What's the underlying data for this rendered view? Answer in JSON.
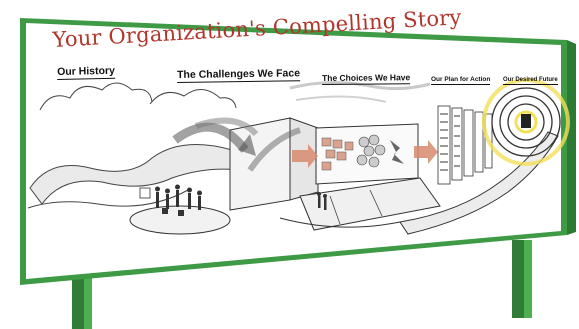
{
  "board": {
    "title": "Your Organization's Compelling Story",
    "sections": [
      "Our History",
      "The Challenges We Face",
      "The Choices We Have",
      "Our Plan for Action",
      "Our Desired Future"
    ]
  },
  "colors": {
    "frame": "#3f9a45",
    "title": "#b0352b",
    "arrow": "#d88a6f"
  }
}
